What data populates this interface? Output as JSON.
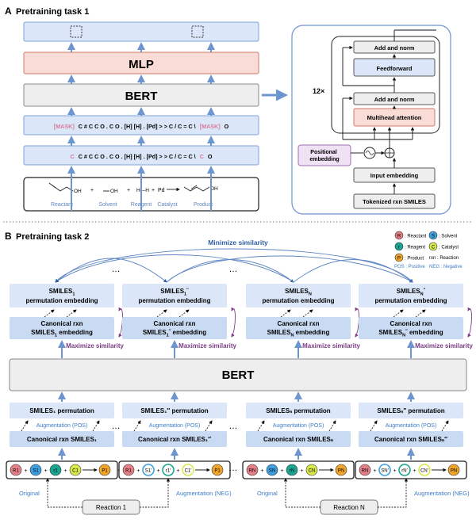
{
  "panel_a": {
    "letter": "A",
    "title": "Pretraining task 1",
    "mlp_label": "MLP",
    "bert_label": "BERT",
    "masked_seq": {
      "mask1": "[MASK]",
      "mid": "C # C C O . C O . [H] [H] . [Pd] > > C / C = C \\",
      "mask2": "[MASK]",
      "end": "O"
    },
    "full_seq": {
      "start": "C",
      "mid": "C # C C O . C O . [H] [H] . [Pd] > > C / C = C \\",
      "c": "C",
      "end": "O"
    },
    "reaction_roles": [
      "Reactant",
      "Solvent",
      "Reagent",
      "Catalyst",
      "Product"
    ],
    "reaction_glyphs": {
      "oh": "OH",
      "solvent": "OH",
      "h2": "H—H",
      "pd": "Pd",
      "plus": "+"
    },
    "transformer": {
      "repeat": "12×",
      "add_norm_top": "Add and norm",
      "feedforward": "Feedforward",
      "add_norm_bottom": "Add and norm",
      "attention": "Multihead attention",
      "positional": "Positional embedding",
      "input_embedding": "Input embedding",
      "tokenized": "Tokenized rxn SMILES"
    }
  },
  "panel_b": {
    "letter": "B",
    "title": "Pretraining task 2",
    "minimize": "Minimize similarity",
    "maximize": "Maximize similarity",
    "bert_label": "BERT",
    "augmentation_pos": "Augmentation (POS)",
    "augmentation_neg": "Augmentation (NEG)",
    "original": "Original",
    "reaction1": "Reaction 1",
    "reactionN": "Reaction N",
    "ellipsis": "…",
    "legend": {
      "reactant": "Reactant",
      "solvent": "Solvent",
      "reagent": "Reagent",
      "catalyst": "Catalyst",
      "product": "Product",
      "rxn": "rxn : Reaction",
      "pos": "POS : Positive",
      "neg": "NEG : Negative"
    },
    "columns": [
      {
        "perm_title": "SMILES",
        "perm_sub": "1",
        "perm_sup": "",
        "perm_line2": "permutation embedding",
        "canon_line1": "Canonical rxn",
        "canon_pre": "SMILES",
        "canon_sub": "1",
        "canon_sup": "",
        "canon_post": " embedding",
        "perm_box": "SMILES₁ permutation",
        "canon_box": "Canonical rxn SMILES₁"
      },
      {
        "perm_title": "SMILES",
        "perm_sub": "1",
        "perm_sup": "′′",
        "perm_line2": "permutation embedding",
        "canon_line1": "Canonical rxn",
        "canon_pre": "SMILES",
        "canon_sub": "1",
        "canon_sup": "′′",
        "canon_post": " embedding",
        "perm_box": "SMILES₁′′ permutation",
        "canon_box": "Canonical rxn SMILES₁′′"
      },
      {
        "perm_title": "SMILES",
        "perm_sub": "N",
        "perm_sup": "",
        "perm_line2": "permutation embedding",
        "canon_line1": "Canonical rxn",
        "canon_pre": "SMILES",
        "canon_sub": "N",
        "canon_sup": "",
        "canon_post": " embedding",
        "perm_box": "SMILESₙ permutation",
        "canon_box": "Canonical rxn SMILESₙ"
      },
      {
        "perm_title": "SMILES",
        "perm_sub": "N",
        "perm_sup": "′′",
        "perm_line2": "permutation embedding",
        "canon_line1": "Canonical rxn",
        "canon_pre": "SMILES",
        "canon_sub": "N",
        "canon_sup": "′′",
        "canon_post": " embedding",
        "perm_box": "SMILESₙ′′ permutation",
        "canon_box": "Canonical rxn SMILESₙ′′"
      }
    ],
    "chain_labels": [
      {
        "r": "R1",
        "s": "S1",
        "t": "r1",
        "c": "C1",
        "p": "P1"
      },
      {
        "r": "R1",
        "s": "S1′",
        "t": "r1′",
        "c": "C1′",
        "p": "P1"
      },
      {
        "r": "RN",
        "s": "SN",
        "t": "rN",
        "c": "CN",
        "p": "PN"
      },
      {
        "r": "RN",
        "s": "SN′",
        "t": "rN′",
        "c": "CN′",
        "p": "PN"
      }
    ]
  },
  "colors": {
    "box_blue": "#dbe7f8",
    "box_blue_dark": "#c9daf3",
    "box_border": "#7ba2d8",
    "mlp_fill": "#f9dcd6",
    "mlp_border": "#d07a6c",
    "bert_fill": "#eeeeee",
    "arrow": "#6d95cf",
    "mask": "#d97c9b",
    "minimize": "#2e5ea8",
    "maximize": "#7d3d86",
    "reactant": "#e57f87",
    "solvent": "#3d9fe0",
    "reagent": "#1ba590",
    "catalyst": "#d8e84a",
    "product": "#f0a52a"
  }
}
